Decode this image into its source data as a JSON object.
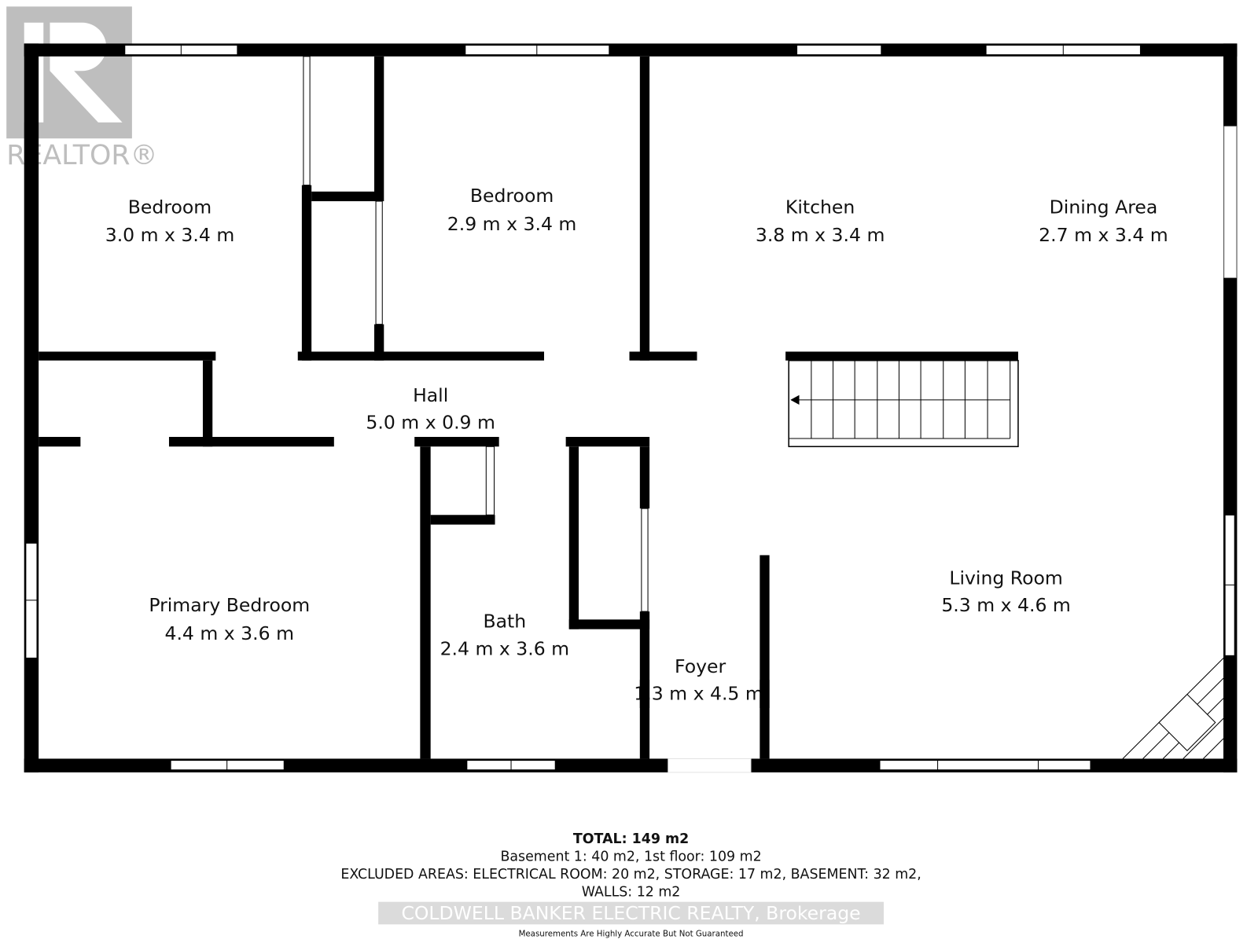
{
  "logo": {
    "text": "REALTOR®",
    "color": "#b0b0b0"
  },
  "rooms": [
    {
      "name": "Bedroom",
      "size": "3.0 m x 3.4 m"
    },
    {
      "name": "Bedroom",
      "size": "2.9 m x 3.4 m"
    },
    {
      "name": "Kitchen",
      "size": "3.8 m x 3.4 m"
    },
    {
      "name": "Dining Area",
      "size": "2.7 m x 3.4 m"
    },
    {
      "name": "Hall",
      "size": "5.0 m x 0.9 m"
    },
    {
      "name": "Primary Bedroom",
      "size": "4.4 m x 3.6 m"
    },
    {
      "name": "Bath",
      "size": "2.4 m x 3.6 m"
    },
    {
      "name": "Foyer",
      "size": "1.3 m x 4.5 m"
    },
    {
      "name": "Living Room",
      "size": "5.3 m x 4.6 m"
    }
  ],
  "footer": {
    "total": "TOTAL: 149 m2",
    "floors": "Basement 1: 40 m2, 1st floor: 109 m2",
    "excluded_1": "EXCLUDED AREAS: ELECTRICAL ROOM: 20 m2, STORAGE: 17 m2, BASEMENT: 32 m2,",
    "excluded_2": "WALLS: 12 m2",
    "watermark": "COLDWELL BANKER ELECTRIC REALTY, Brokerage",
    "disclaimer": "Measurements Are Highly Accurate But Not Guaranteed"
  }
}
